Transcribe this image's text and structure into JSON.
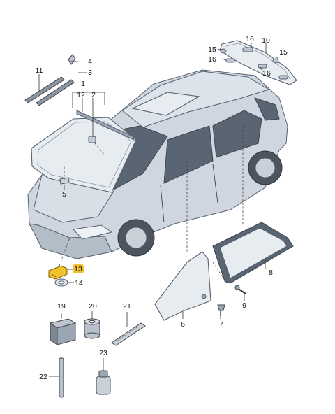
{
  "labels": {
    "p1": "1",
    "p2": "2",
    "p3": "3",
    "p4": "4",
    "p5": "5",
    "p6": "6",
    "p7": "7",
    "p8": "8",
    "p9": "9",
    "p10": "10",
    "p11": "11",
    "p12": "12",
    "p13": "13",
    "p14": "14",
    "p15a": "15",
    "p15b": "15",
    "p16a": "16",
    "p16b": "16",
    "p16c": "16",
    "p19": "19",
    "p20": "20",
    "p21": "21",
    "p22": "22",
    "p23": "23"
  },
  "colors": {
    "highlight": "#f2c12e",
    "body": "#cfd6df",
    "glass": "#e7ecf1",
    "outline": "#556070"
  }
}
